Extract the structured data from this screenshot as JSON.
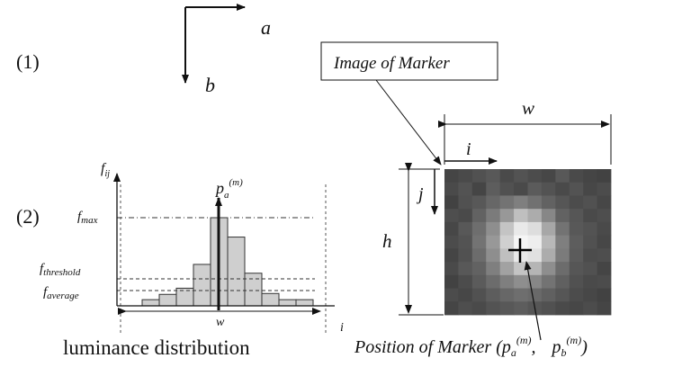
{
  "section_1": {
    "label": "(1)",
    "axis_a": "a",
    "axis_b": "b"
  },
  "section_2": {
    "label": "(2)",
    "histogram": {
      "y_label": "f",
      "y_label_sub": "ij",
      "x_label": "i",
      "f_max": {
        "main": "f",
        "sub": "max"
      },
      "f_threshold": {
        "main": "f",
        "sub": "threshold"
      },
      "f_average": {
        "main": "f",
        "sub": "average"
      },
      "peak_label": {
        "main": "p",
        "sub": "a",
        "sup": "(m)"
      },
      "width_label": "w",
      "caption": "luminance distribution",
      "bins": [
        0.07,
        0.13,
        0.2,
        0.47,
        1.0,
        0.78,
        0.37,
        0.14,
        0.07,
        0.07
      ]
    },
    "marker_image": {
      "callout": "Image of Marker",
      "width_label": "w",
      "height_label": "h",
      "i_label": "i",
      "j_label": "j",
      "position_caption_prefix": "Position of Marker (p",
      "position_caption_a_sub": "a",
      "position_caption_a_sup": "(m)",
      "position_caption_sep": ",",
      "position_caption_p2": "p",
      "position_caption_b_sub": "b",
      "position_caption_b_sup": "(m)",
      "position_caption_suffix": ")",
      "grid": [
        [
          0.28,
          0.3,
          0.33,
          0.36,
          0.3,
          0.34,
          0.31,
          0.29,
          0.36,
          0.3,
          0.28,
          0.27
        ],
        [
          0.3,
          0.34,
          0.28,
          0.38,
          0.33,
          0.3,
          0.37,
          0.34,
          0.3,
          0.34,
          0.29,
          0.31
        ],
        [
          0.27,
          0.33,
          0.36,
          0.42,
          0.47,
          0.52,
          0.46,
          0.4,
          0.35,
          0.31,
          0.33,
          0.29
        ],
        [
          0.32,
          0.3,
          0.4,
          0.5,
          0.62,
          0.78,
          0.7,
          0.55,
          0.4,
          0.35,
          0.3,
          0.32
        ],
        [
          0.29,
          0.36,
          0.45,
          0.58,
          0.8,
          0.95,
          0.9,
          0.68,
          0.47,
          0.36,
          0.34,
          0.3
        ],
        [
          0.31,
          0.34,
          0.47,
          0.62,
          0.85,
          1.0,
          0.97,
          0.75,
          0.52,
          0.38,
          0.33,
          0.29
        ],
        [
          0.28,
          0.33,
          0.44,
          0.58,
          0.78,
          0.95,
          0.92,
          0.7,
          0.5,
          0.37,
          0.31,
          0.32
        ],
        [
          0.3,
          0.36,
          0.4,
          0.52,
          0.66,
          0.8,
          0.74,
          0.58,
          0.44,
          0.35,
          0.33,
          0.28
        ],
        [
          0.27,
          0.31,
          0.37,
          0.44,
          0.52,
          0.58,
          0.55,
          0.47,
          0.39,
          0.33,
          0.3,
          0.31
        ],
        [
          0.31,
          0.29,
          0.33,
          0.38,
          0.42,
          0.45,
          0.43,
          0.39,
          0.35,
          0.31,
          0.29,
          0.27
        ],
        [
          0.28,
          0.32,
          0.3,
          0.34,
          0.36,
          0.38,
          0.35,
          0.33,
          0.3,
          0.29,
          0.31,
          0.28
        ]
      ]
    }
  }
}
